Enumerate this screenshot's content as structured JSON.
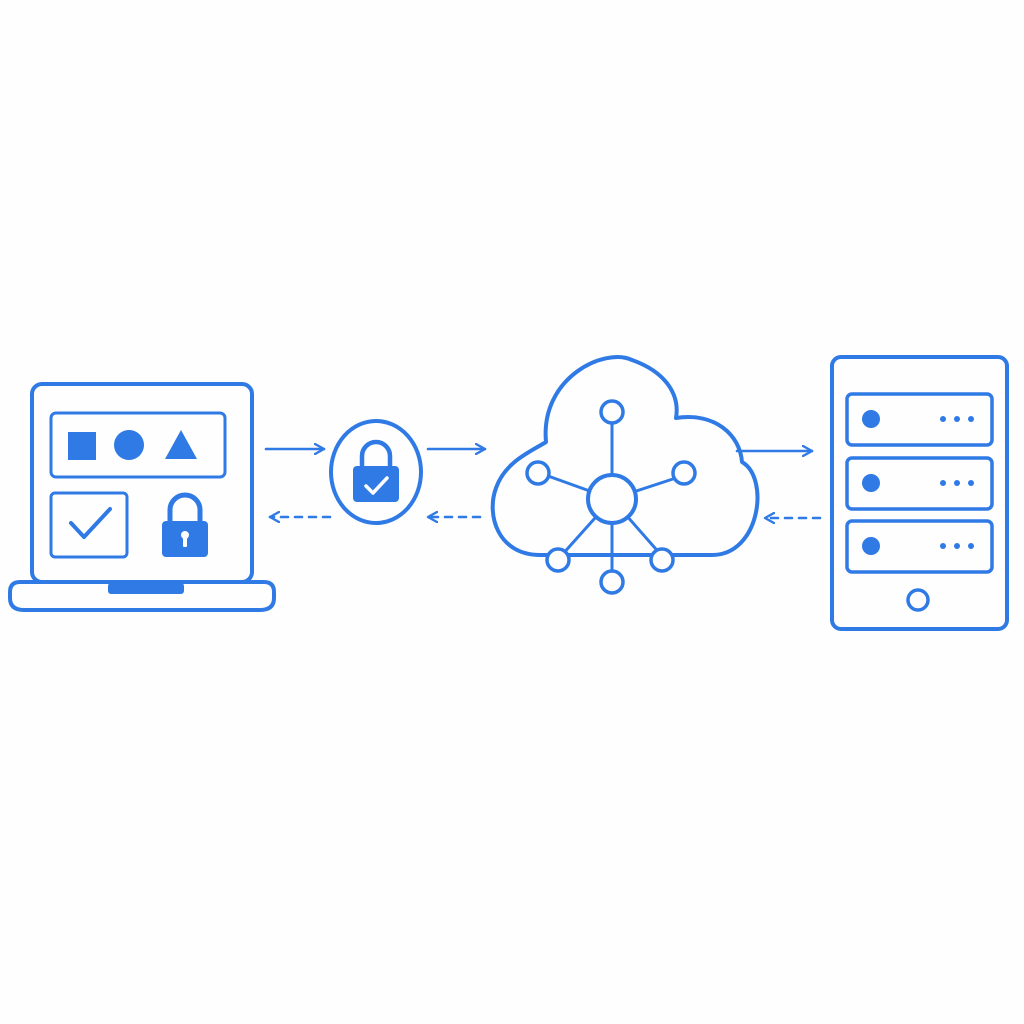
{
  "diagram": {
    "accent_color": "#2f7ae5",
    "background_color": "#fefefe",
    "nodes": [
      {
        "id": "client",
        "icon": "laptop-icon",
        "contents": [
          "square-shape-icon",
          "circle-shape-icon",
          "triangle-shape-icon",
          "checkmark-box-icon",
          "padlock-icon"
        ]
      },
      {
        "id": "security",
        "icon": "secure-lock-check-icon"
      },
      {
        "id": "cloud",
        "icon": "cloud-network-hub-icon"
      },
      {
        "id": "server",
        "icon": "server-rack-icon",
        "units": 3
      }
    ],
    "connections": [
      {
        "from": "client",
        "to": "security",
        "style": "solid",
        "direction": "forward"
      },
      {
        "from": "security",
        "to": "client",
        "style": "dashed",
        "direction": "return"
      },
      {
        "from": "security",
        "to": "cloud",
        "style": "solid",
        "direction": "forward"
      },
      {
        "from": "cloud",
        "to": "security",
        "style": "dashed",
        "direction": "return"
      },
      {
        "from": "cloud",
        "to": "server",
        "style": "solid",
        "direction": "forward"
      },
      {
        "from": "server",
        "to": "cloud",
        "style": "dashed",
        "direction": "return"
      }
    ]
  }
}
